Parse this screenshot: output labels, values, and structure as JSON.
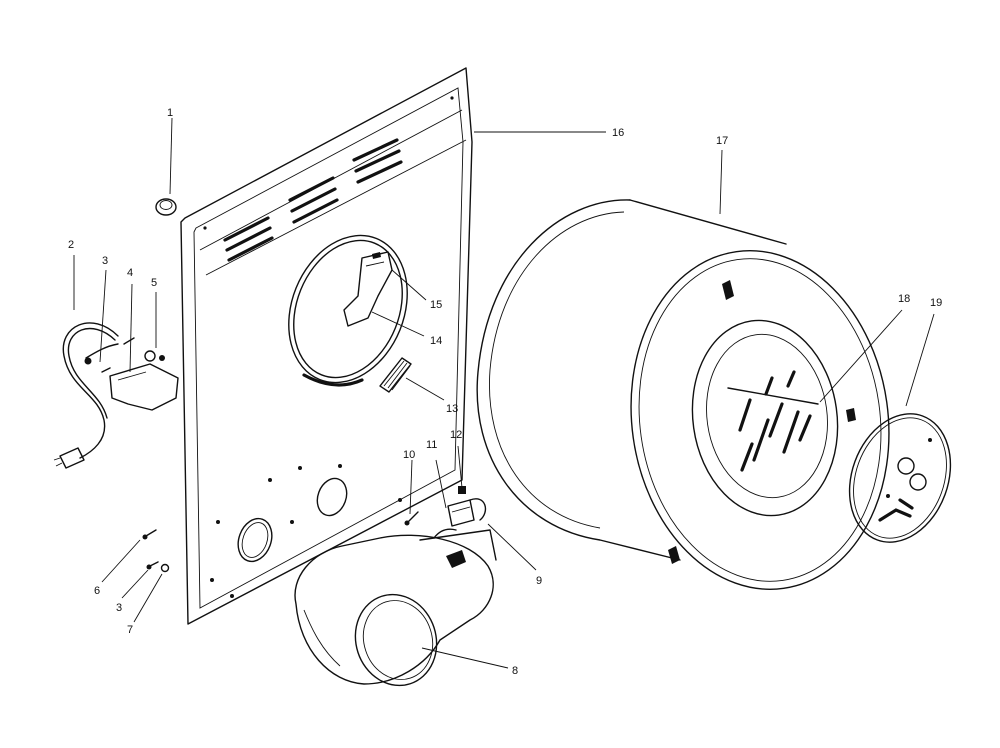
{
  "diagram": {
    "callouts": [
      {
        "id": "c1",
        "label": "1"
      },
      {
        "id": "c2",
        "label": "2"
      },
      {
        "id": "c3a",
        "label": "3"
      },
      {
        "id": "c4",
        "label": "4"
      },
      {
        "id": "c5",
        "label": "5"
      },
      {
        "id": "c6",
        "label": "6"
      },
      {
        "id": "c3b",
        "label": "3"
      },
      {
        "id": "c7",
        "label": "7"
      },
      {
        "id": "c8",
        "label": "8"
      },
      {
        "id": "c9",
        "label": "9"
      },
      {
        "id": "c10",
        "label": "10"
      },
      {
        "id": "c11",
        "label": "11"
      },
      {
        "id": "c12",
        "label": "12"
      },
      {
        "id": "c13",
        "label": "13"
      },
      {
        "id": "c14",
        "label": "14"
      },
      {
        "id": "c15",
        "label": "15"
      },
      {
        "id": "c16",
        "label": "16"
      },
      {
        "id": "c17",
        "label": "17"
      },
      {
        "id": "c18",
        "label": "18"
      },
      {
        "id": "c19",
        "label": "19"
      }
    ]
  }
}
